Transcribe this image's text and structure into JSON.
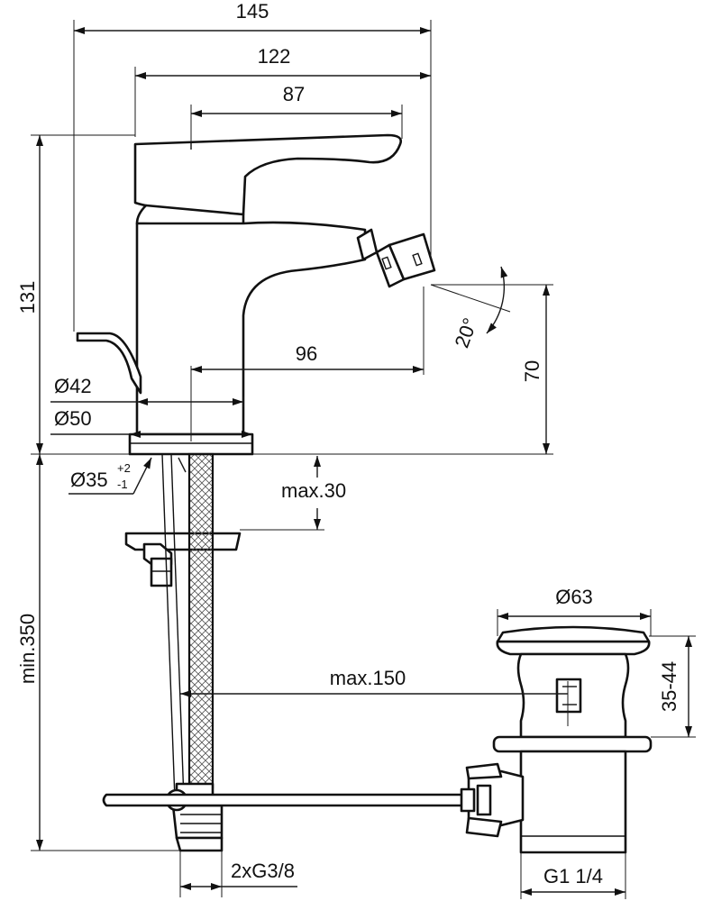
{
  "dimensions": {
    "overall_width": "145",
    "body_to_spout_width": "122",
    "lever_width": "87",
    "height_total": "131",
    "spout_reach": "96",
    "spout_height": "70",
    "spout_angle": "20°",
    "body_diameter_top": "Ø42",
    "body_diameter_base": "Ø50",
    "hole_diameter": "Ø35",
    "hole_tolerance_plus": "+2",
    "hole_tolerance_minus": "-1",
    "max_counter_thickness": "max.30",
    "min_hose_length": "min.350",
    "waste_diameter": "Ø63",
    "waste_height_range": "35-44",
    "pop_up_rod_max": "max.150",
    "connection_thread": "2xG3/8",
    "waste_thread": "G1 1/4"
  }
}
